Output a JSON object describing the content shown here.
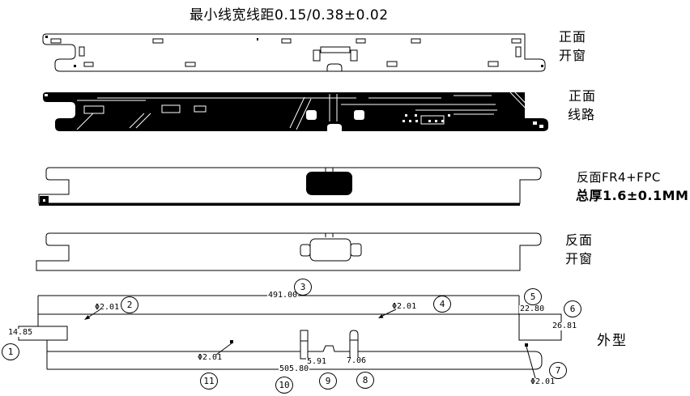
{
  "title": "最小线宽线距0.15/0.38±0.02",
  "labels": {
    "panel1": [
      "正面",
      "开窗"
    ],
    "panel2": [
      "正面",
      "线路"
    ],
    "panel3": [
      "反面FR4+FPC",
      "总厚1.6±0.1MM"
    ],
    "panel4": [
      "反面",
      "开窗"
    ],
    "outline": "外型"
  },
  "dimensions": {
    "left_tab": "14.85",
    "hole_left": "Φ2.01",
    "length_top": "491.00",
    "hole_mid": "Φ2.01",
    "tab_width": "22.80",
    "tab_height": "26.81",
    "slot_a": "5.91",
    "slot_b": "7.06",
    "length_bottom": "505.80",
    "hole_right": "Φ2.01",
    "hole_bottom": "Φ2.01"
  },
  "callouts": [
    "1",
    "2",
    "3",
    "4",
    "5",
    "6",
    "7",
    "8",
    "9",
    "10",
    "11"
  ]
}
